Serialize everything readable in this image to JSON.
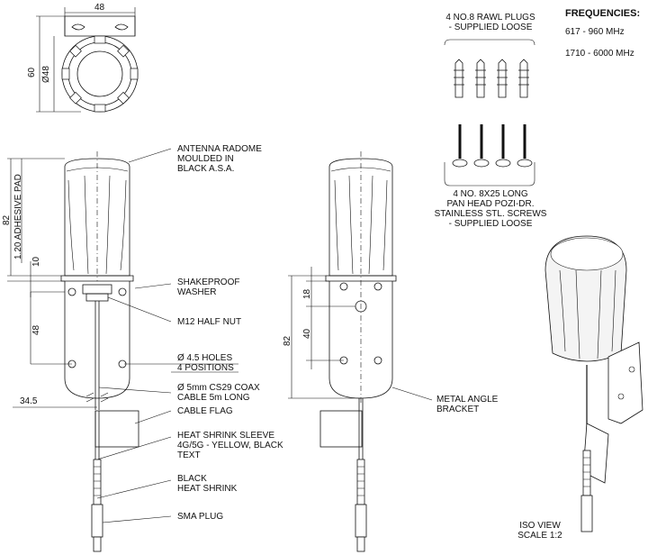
{
  "frequencies": {
    "title": "FREQUENCIES:",
    "band1": "617 - 960 MHz",
    "band2": "1710 - 6000 MHz"
  },
  "top_view": {
    "dim_width": "48",
    "dim_height": "60",
    "dim_diameter": "Ø48"
  },
  "hardware": {
    "plugs_line1": "4 No.8 RAWL PLUGS",
    "plugs_line2": "- SUPPLIED LOOSE",
    "screws_line1": "4 No. 8x25 LONG",
    "screws_line2": "PAN HEAD POZI-DR.",
    "screws_line3": "STAINLESS STL. SCREWS",
    "screws_line4": "- SUPPLIED LOOSE"
  },
  "front_view": {
    "dim_82": "82",
    "dim_adhesive": "1.20 ADHESIVE PAD",
    "dim_10": "10",
    "dim_48": "48",
    "dim_34_5": "34.5"
  },
  "side_view": {
    "dim_18": "18",
    "dim_40": "40",
    "dim_82": "82"
  },
  "callouts": {
    "radome_1": "ANTENNA RADOME",
    "radome_2": "MOULDED IN",
    "radome_3": "BLACK A.S.A.",
    "washer_1": "SHAKEPROOF",
    "washer_2": "WASHER",
    "nut": "M12 HALF NUT",
    "holes_1": "Ø 4.5 HOLES",
    "holes_2": "4 POSITIONS",
    "coax_1": "Ø 5mm CS29 COAX",
    "coax_2": "CABLE 5m LONG",
    "flag": "CABLE FLAG",
    "sleeve_1": "HEAT SHRINK SLEEVE",
    "sleeve_2": "4G/5G - YELLOW, BLACK",
    "sleeve_3": "TEXT",
    "black_1": "BLACK",
    "black_2": "HEAT SHRINK",
    "sma": "SMA PLUG",
    "bracket_1": "METAL ANGLE",
    "bracket_2": "BRACKET"
  },
  "iso": {
    "line1": "ISO VIEW",
    "line2": "SCALE 1:2"
  }
}
